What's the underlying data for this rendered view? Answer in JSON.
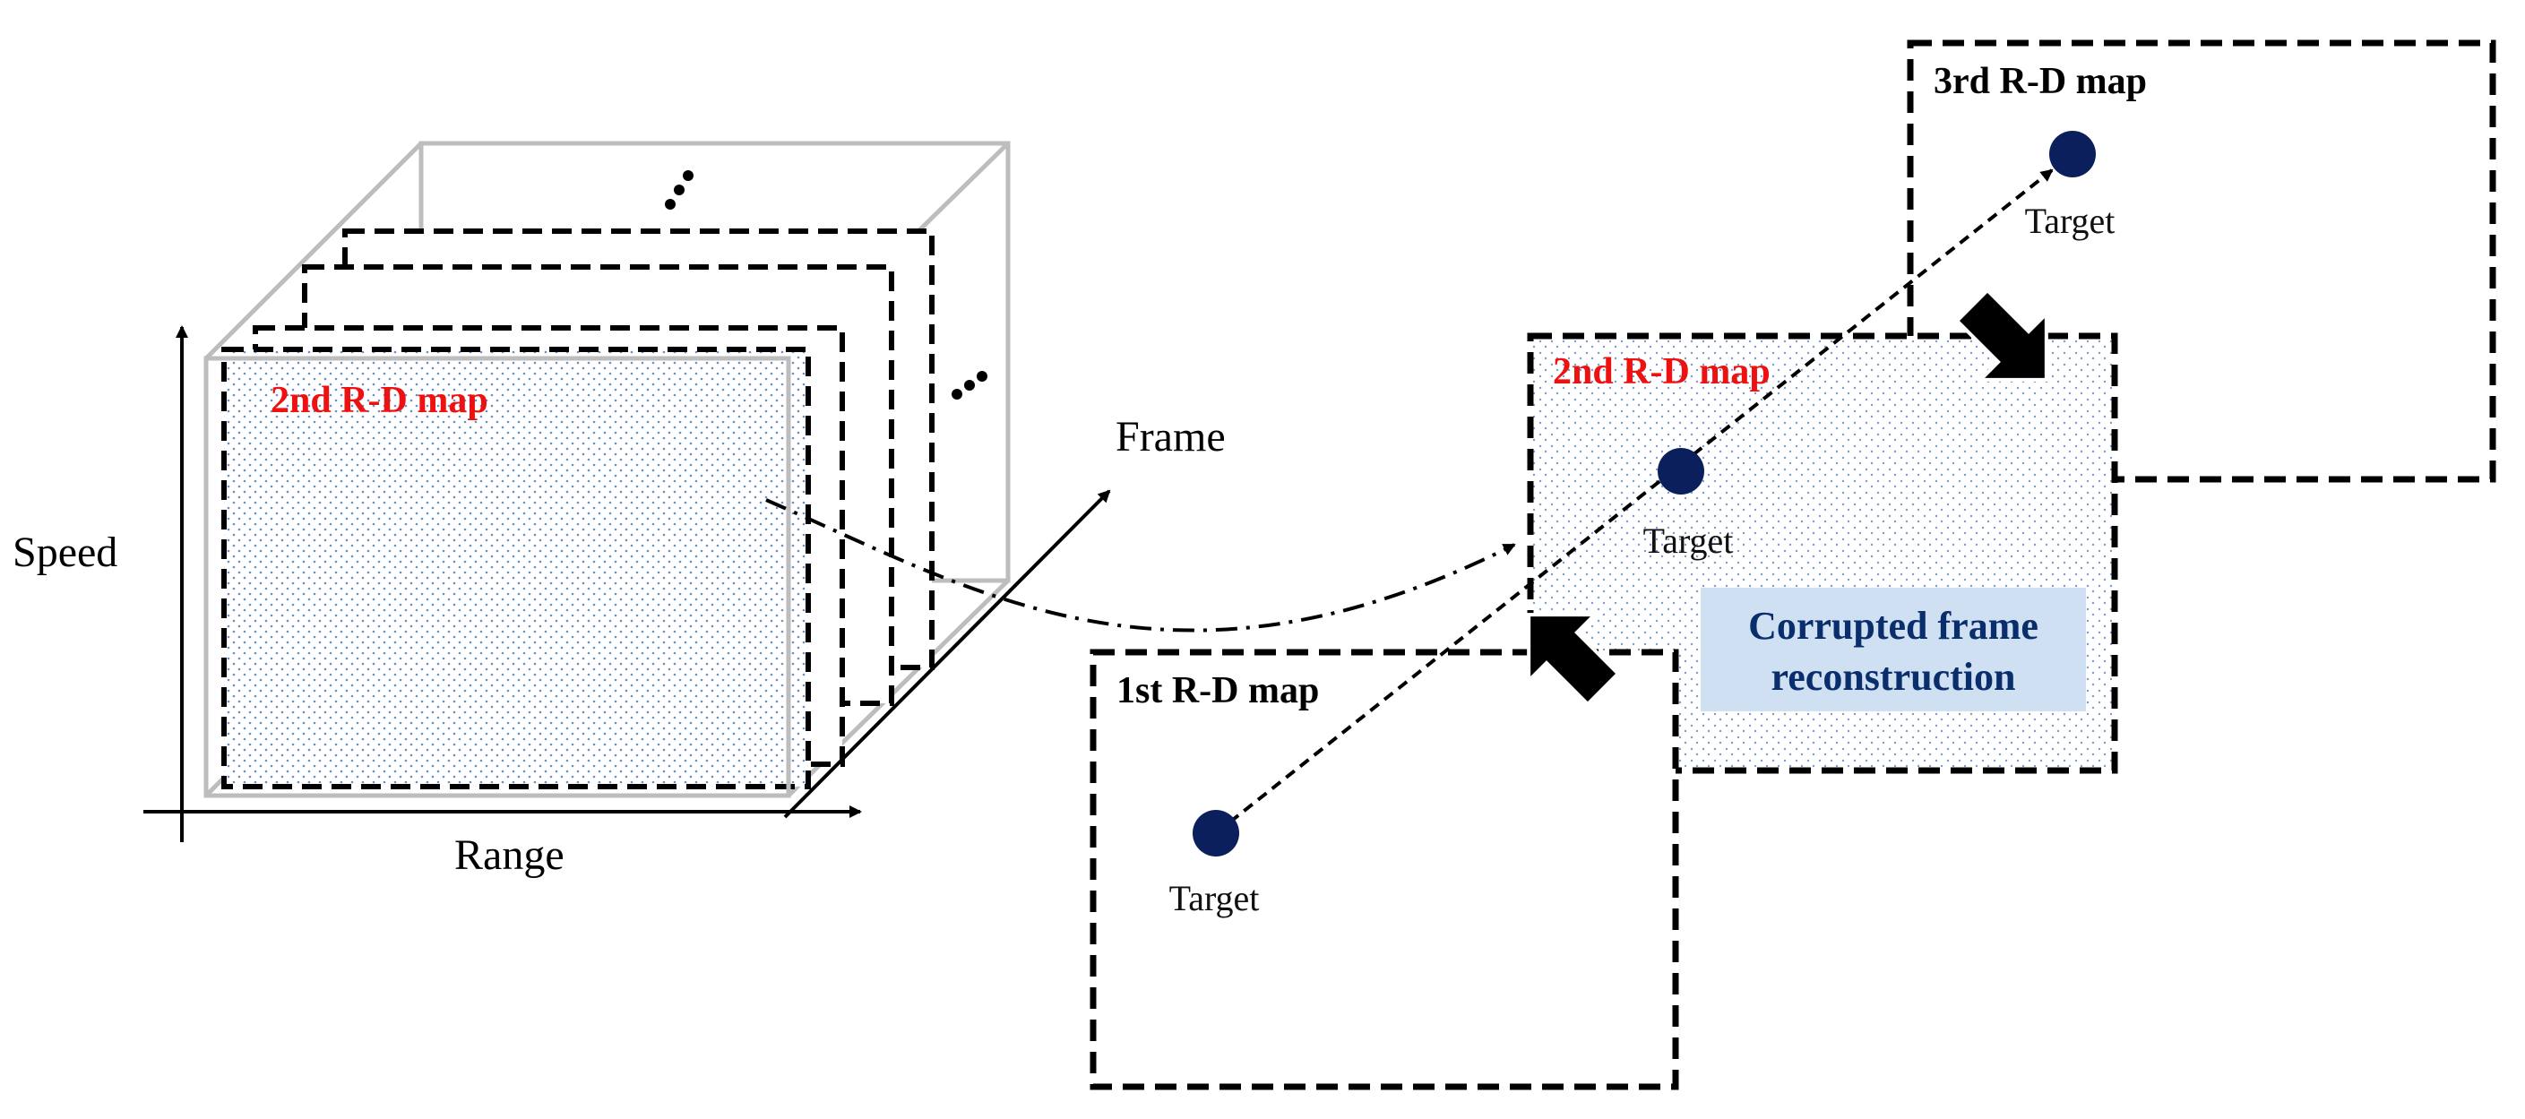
{
  "cube": {
    "front_map_label": "2nd R-D map",
    "axis_speed": "Speed",
    "axis_range": "Range",
    "axis_frame": "Frame"
  },
  "maps": {
    "first": {
      "title": "1st R-D map",
      "target": "Target"
    },
    "second": {
      "title": "2nd R-D map",
      "target": "Target"
    },
    "third": {
      "title": "3rd R-D map",
      "target": "Target"
    }
  },
  "reconstruction": {
    "line1": "Corrupted frame",
    "line2": "reconstruction"
  },
  "colors": {
    "label_red": "#ee1111",
    "target_dot": "#0a1f5c",
    "reconstruction_bg": "#cfe0f2",
    "reconstruction_text": "#0a2d6b",
    "cube_edge": "#bdbdbd"
  },
  "icons": [
    "ellipsis-icon",
    "ellipsis-icon",
    "pointer-arrow-icon",
    "pointer-arrow-icon"
  ]
}
